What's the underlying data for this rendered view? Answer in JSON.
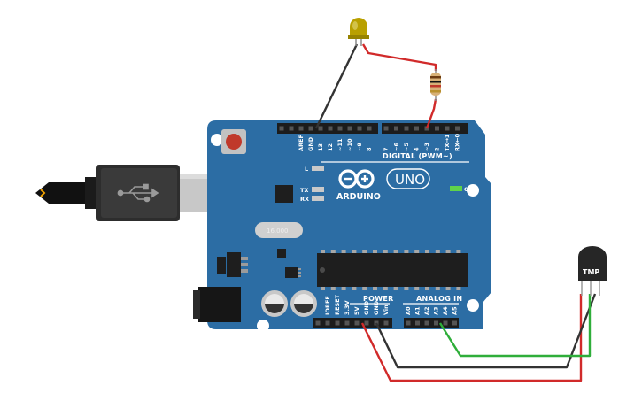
{
  "board": {
    "brand": "ARDUINO",
    "model": "UNO",
    "on_label": "ON",
    "led_l": "L",
    "led_tx": "TX",
    "led_rx": "RX",
    "crystal_text": "16.000",
    "digital_header": "DIGITAL (PWM~)",
    "power_header": "POWER",
    "analog_header": "ANALOG IN",
    "digital_pins": [
      "AREF",
      "GND",
      "13",
      "12",
      "~11",
      "~10",
      "~9",
      "8",
      "7",
      "~6",
      "~5",
      "4",
      "~3",
      "2",
      "TX→1",
      "RX←0"
    ],
    "power_pins": [
      "IOREF",
      "RESET",
      "3.3V",
      "5V",
      "GND",
      "GND",
      "Vin"
    ],
    "analog_pins": [
      "A0",
      "A1",
      "A2",
      "A3",
      "A4",
      "A5"
    ],
    "board_color": "#2c6da4"
  },
  "sensor": {
    "label": "TMP"
  },
  "wires": {
    "red": "#d12a2a",
    "black": "#333333",
    "green": "#2fae3a"
  },
  "led": {
    "color": "#c9b300"
  }
}
